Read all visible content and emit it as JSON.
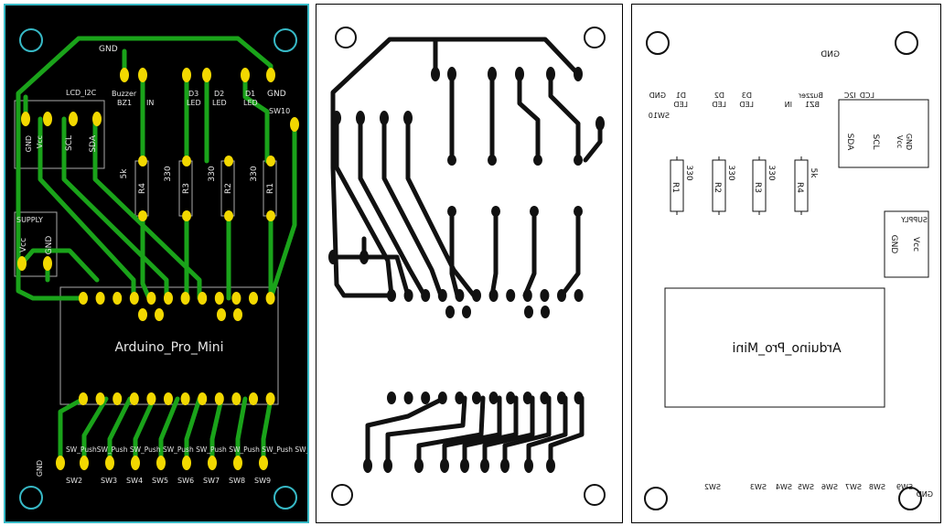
{
  "pcb": {
    "silk": {
      "gnd_top": "GND",
      "lcd": "LCD_I2C",
      "lcd_pins": [
        "GND",
        "Vcc",
        "SCL",
        "SDA"
      ],
      "buzzer": "Buzzer",
      "bz1": "BZ1",
      "in": "IN",
      "d3": "D3",
      "d2": "D2",
      "d1": "D1",
      "led": "LED",
      "gnd_r": "GND",
      "sw10": "SW10",
      "r_vals": [
        "5k",
        "330",
        "330",
        "330"
      ],
      "r_names": [
        "R4",
        "R3",
        "R2",
        "R1"
      ],
      "supply": "SUPPLY",
      "supply_pins": [
        "Vcc",
        "GND"
      ],
      "arduino": "Arduino_Pro_Mini",
      "sw_push": "SW_PushSW_Push SW_Push SW_Push SW_Push SW_Push SW_Push SW_Push",
      "gnd_bottom": "GND",
      "switches": [
        "SW2",
        "SW3",
        "SW4",
        "SW5",
        "SW6",
        "SW7",
        "SW8",
        "SW9"
      ]
    },
    "mirror": {
      "gnd_top": "GND",
      "gnd": "GND",
      "d1": "D1",
      "d2": "D2",
      "d3": "D3",
      "led": "LED",
      "sw10": "SW10",
      "in": "IN",
      "buzzer": "Buzzer",
      "bz1": "BZ1",
      "lcd": "LCD_I2C",
      "lcd_pins": [
        "SDA",
        "SCL",
        "Vcc",
        "GND"
      ],
      "r_vals": [
        "330",
        "330",
        "330",
        "5k"
      ],
      "r_names": [
        "R1",
        "R2",
        "R3",
        "R4"
      ],
      "supply": "SUPPLY",
      "supply_pins": [
        "GND",
        "Vcc"
      ],
      "arduino": "Arduino_Pro_Mini",
      "gnd_bottom": "GND",
      "switches": [
        "SW9",
        "SW8",
        "SW7",
        "SW6",
        "SW5",
        "SW4",
        "SW3",
        "SW2"
      ]
    },
    "colors": {
      "board": "#000000",
      "trace": "#1aa31a",
      "pad": "#f2d800",
      "edge": "#37b9c6",
      "silk": "#e6e6e6",
      "outline": "#aaaaaa"
    }
  }
}
